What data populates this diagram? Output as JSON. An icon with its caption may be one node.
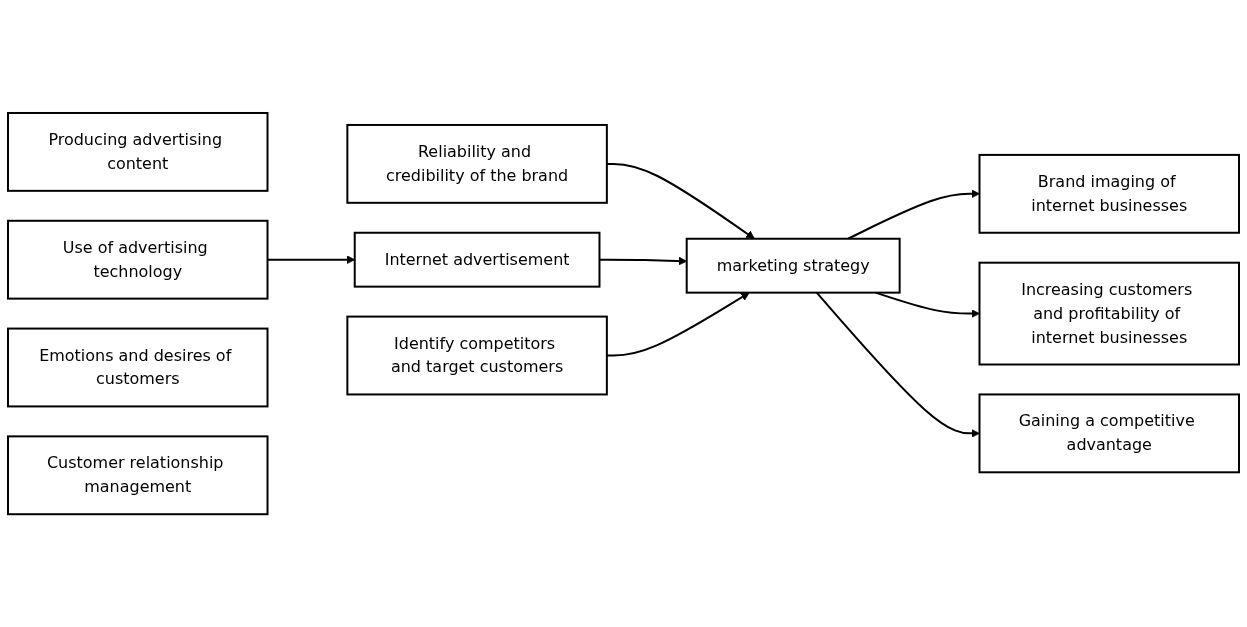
{
  "diagram": {
    "nodes": [
      {
        "text": [
          "Brand imaging of internet businesses"
        ]
      },
      {
        "text": [
          "Reliability and credibility of the brand"
        ]
      },
      {
        "text": [
          "Producing advertising content"
        ]
      },
      {
        "text": [
          "Use of advertising technology"
        ]
      },
      {
        "text": [
          "Emotions and desires of customers"
        ]
      },
      {
        "text": [
          "Customer relationship management"
        ]
      },
      {
        "text": [
          "Increasing customers and profitability of internet businesses"
        ]
      },
      {
        "text": [
          "marketing strategy"
        ]
      },
      {
        "text": [
          "Internet advertisement"
        ]
      },
      {
        "text": [
          "Gaining a competitive advantage"
        ]
      },
      {
        "text": [
          "Identify competitors and target customers"
        ]
      }
    ],
    "edges": [
      {
        "from": 7,
        "to": 0,
        "arrow": "to"
      },
      {
        "from": 1,
        "to": 7,
        "arrow": "to"
      },
      {
        "from": 3,
        "to": 8,
        "arrow": "to"
      },
      {
        "from": 8,
        "to": 7,
        "arrow": "to"
      },
      {
        "from": 7,
        "to": 6,
        "arrow": "to"
      },
      {
        "from": 7,
        "to": 9,
        "arrow": "to"
      },
      {
        "from": 10,
        "to": 7,
        "arrow": "to"
      }
    ]
  }
}
